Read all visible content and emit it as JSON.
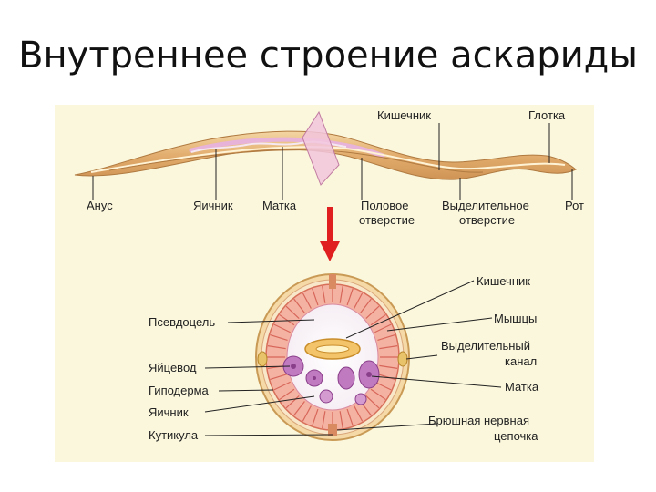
{
  "slide": {
    "title": "Внутреннее строение аскариды"
  },
  "diagram": {
    "side_view_labels": {
      "intestine": "Кишечник",
      "pharynx": "Глотка",
      "anus": "Анус",
      "ovary": "Яичник",
      "uterus": "Матка",
      "genital_line1": "Половое",
      "genital_line2": "отверстие",
      "excretory_line1": "Выделительное",
      "excretory_line2": "отверстие",
      "mouth": "Рот"
    },
    "section_labels": {
      "intestine": "Кишечник",
      "muscles": "Мышцы",
      "excretory_canal_line1": "Выделительный",
      "excretory_canal_line2": "канал",
      "uterus": "Матка",
      "nerve_cord_line1": "Брюшная нервная",
      "nerve_cord_line2": "цепочка",
      "pseudocoel": "Псевдоцель",
      "oviduct": "Яйцевод",
      "hypodermis": "Гиподерма",
      "ovary": "Яичник",
      "cuticle": "Кутикула"
    },
    "colors": {
      "background": "#fbf7dc",
      "worm_body": "#e3b67a",
      "uterus_tube": "#e7b3d8",
      "arrow": "#e02020",
      "muscle": "#e88a78",
      "egg": "#b86fb2"
    }
  }
}
